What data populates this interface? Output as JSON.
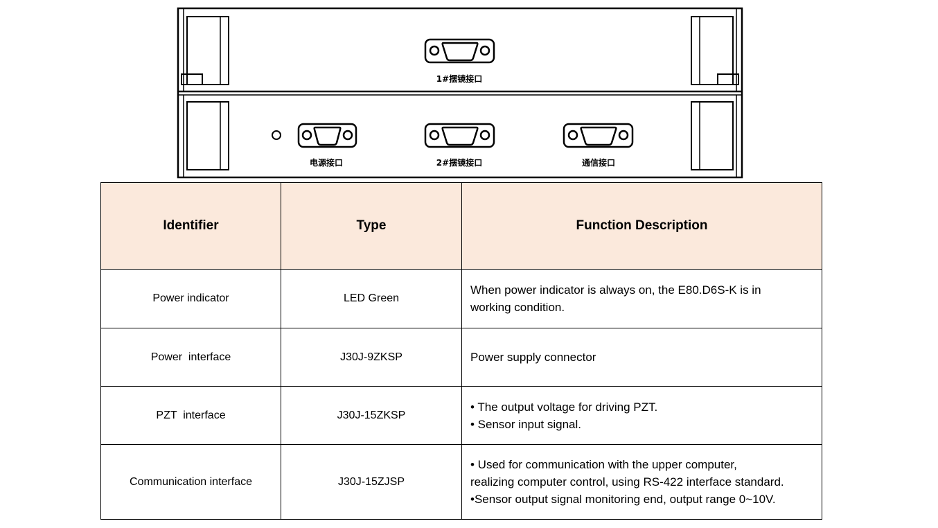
{
  "panel": {
    "top_connector_label": "1#摆镜接口",
    "bottom_connector_labels": [
      "电源接口",
      "2#摆镜接口",
      "通信接口"
    ]
  },
  "table": {
    "headers": [
      "Identifier",
      "Type",
      "Function Description"
    ],
    "rows": [
      {
        "identifier": "Power indicator",
        "type": "LED Green",
        "description": [
          "When power indicator is always on, the E80.D6S-K is in",
          "working condition."
        ]
      },
      {
        "identifier": "Power  interface",
        "type": "J30J-9ZKSP",
        "description": [
          "Power supply connector"
        ]
      },
      {
        "identifier": "PZT  interface",
        "type": "J30J-15ZKSP",
        "description": [
          "• The output voltage for driving PZT.",
          "• Sensor input signal."
        ]
      },
      {
        "identifier": "Communication interface",
        "type": "J30J-15ZJSP",
        "description": [
          "• Used for communication with the upper computer,",
          "realizing computer control, using RS-422 interface standard.",
          "•Sensor output signal monitoring end, output range 0~10V."
        ]
      }
    ],
    "header_bg": "#fbe9dc"
  }
}
